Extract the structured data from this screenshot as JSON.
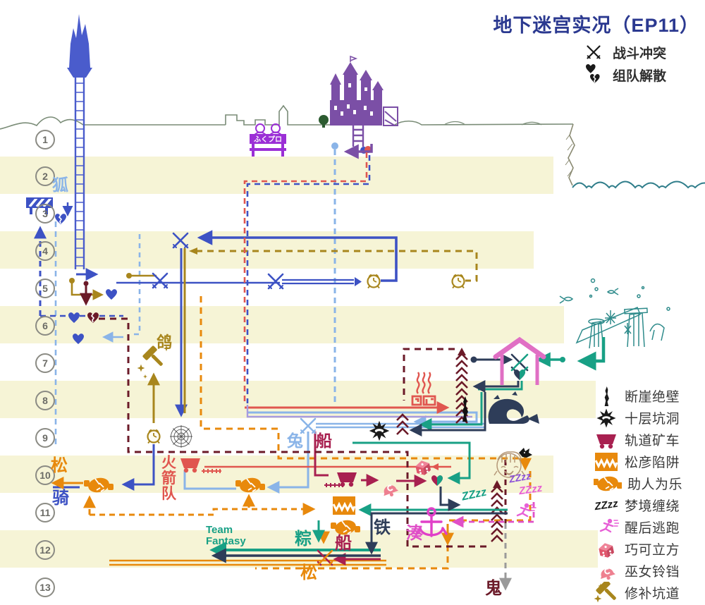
{
  "header": {
    "title": "地下迷宫实况（EP11）"
  },
  "legend_top": {
    "items": [
      {
        "icon": "crossed-swords-icon",
        "label": "战斗冲突"
      },
      {
        "icon": "broken-heart-icon",
        "label": "组队解散"
      }
    ]
  },
  "legend": {
    "items": [
      {
        "icon": "cliff-icon",
        "label": "断崖绝壁",
        "color": "#1a1a1a"
      },
      {
        "icon": "pit-explosion-icon",
        "label": "十层坑洞",
        "color": "#1a1a1a"
      },
      {
        "icon": "minecart-icon",
        "label": "轨道矿车",
        "color": "#a82050"
      },
      {
        "icon": "trap-icon",
        "label": "松彦陷阱",
        "color": "#e8890c"
      },
      {
        "icon": "handshake-icon",
        "label": "助人为乐",
        "color": "#e8890c"
      },
      {
        "icon": "zzz-icon",
        "label": "梦境缠绕",
        "color": "#1a1a1a"
      },
      {
        "icon": "runner-icon",
        "label": "醒后逃跑",
        "color": "#e75fd6"
      },
      {
        "icon": "dice-icon",
        "label": "巧可立方",
        "color": "#e0566b"
      },
      {
        "icon": "bell-icon",
        "label": "巫女铃铛",
        "color": "#ee8090"
      },
      {
        "icon": "hammer-icon",
        "label": "修补坑道",
        "color": "#a8861d"
      }
    ]
  },
  "floors": [
    "1",
    "2",
    "3",
    "4",
    "5",
    "6",
    "7",
    "8",
    "9",
    "10",
    "11",
    "12",
    "13"
  ],
  "scene": {
    "booth_sign": "ふくプロ"
  },
  "labels": {
    "fox": "狐",
    "pigeon": "鸽",
    "rabbit": "兔",
    "ship_mid": "船",
    "rocket_team": "火箭队",
    "pine_left": "松",
    "rider": "骑",
    "team_fantasy": "Team Fantasy",
    "zong": "粽",
    "ship_bottom": "船",
    "tie": "铁",
    "minato": "湊",
    "pine_bottom": "松",
    "ghost": "鬼",
    "zzz_teal": "ZZzz",
    "zzz_purple": "ZZzz",
    "zzz_magenta": "ZZzz"
  },
  "palette": {
    "title_navy": "#2b3990",
    "band_yellow": "#f6f4d6",
    "blue": "#3d52c4",
    "light_blue": "#8ab4e8",
    "olive_gold": "#a8861d",
    "orange": "#e8890c",
    "red": "#e0564f",
    "crimson": "#a82050",
    "maroon": "#6b1a28",
    "teal": "#18a085",
    "navy": "#2e3d59",
    "magenta": "#e050c8",
    "purple": "#7b4fa6",
    "ghost_grey": "#9a9a9a"
  }
}
